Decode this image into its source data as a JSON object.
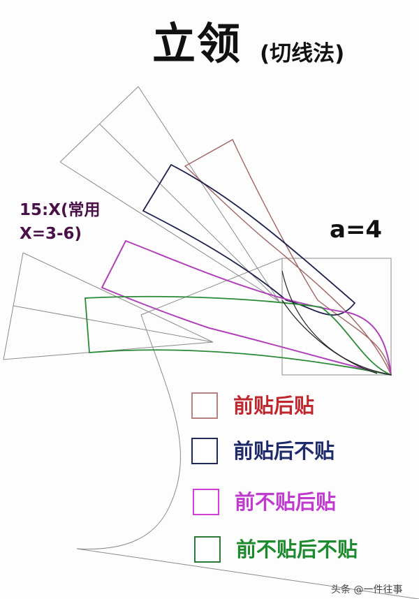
{
  "header": {
    "title": "立领",
    "subtitle": "(切线法)"
  },
  "annotations": {
    "ratio_note_line1": "15:X(常用",
    "ratio_note_line2": "X=3-6)",
    "parameter": "a=4"
  },
  "legend": {
    "items": [
      {
        "label": "前贴后贴",
        "color": "#c0272d",
        "swatch_border": "#b88080"
      },
      {
        "label": "前贴后不贴",
        "color": "#1f2a6b",
        "swatch_border": "#1f2a5a"
      },
      {
        "label": "前不贴后贴",
        "color": "#c03ad0",
        "swatch_border": "#d040d8"
      },
      {
        "label": "前不贴后不贴",
        "color": "#1e8a2e",
        "swatch_border": "#2a7a36"
      }
    ]
  },
  "colors": {
    "guide_gray": "#8a8a8a",
    "curve_black": "#222222",
    "red_brown": "#a06464",
    "navy": "#1b1f4a",
    "magenta": "#b040b8",
    "green": "#2a8a36"
  },
  "watermark": "头条 @一件往事"
}
